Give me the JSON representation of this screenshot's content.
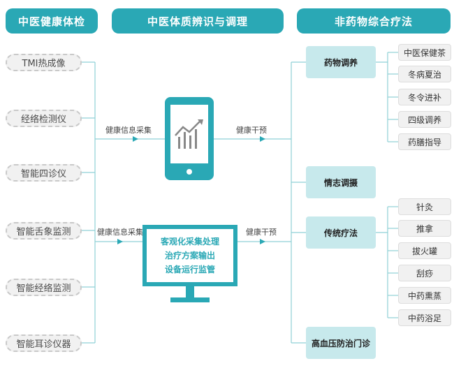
{
  "headers": {
    "left": "中医健康体检",
    "center": "中医体质辨识与调理",
    "right": "非药物综合疗法"
  },
  "devices": [
    "TMI热成像",
    "经络检测仪",
    "智能四诊仪",
    "智能舌象监测",
    "智能经络监测",
    "智能耳诊仪器"
  ],
  "flows": {
    "upper_in": "健康信息采集",
    "upper_out": "健康干预",
    "lower_in": "健康信息采集",
    "lower_out": "健康干预"
  },
  "monitor": {
    "line1": "客观化采集处理",
    "line2": "治疗方案输出",
    "line3": "设备运行监管"
  },
  "categories": [
    "药物调养",
    "情志调摄",
    "传统疗法",
    "高血压防治门诊"
  ],
  "drug_subitems": [
    "中医保健茶",
    "冬病夏治",
    "冬令进补",
    "四级调养",
    "药膳指导"
  ],
  "traditional_subitems": [
    "针灸",
    "推拿",
    "拔火罐",
    "刮痧",
    "中药熏蒸",
    "中药浴足"
  ],
  "colors": {
    "accent": "#2aa8b5",
    "category_bg": "#c7e9ec",
    "device_bg": "#f1f1f1"
  }
}
